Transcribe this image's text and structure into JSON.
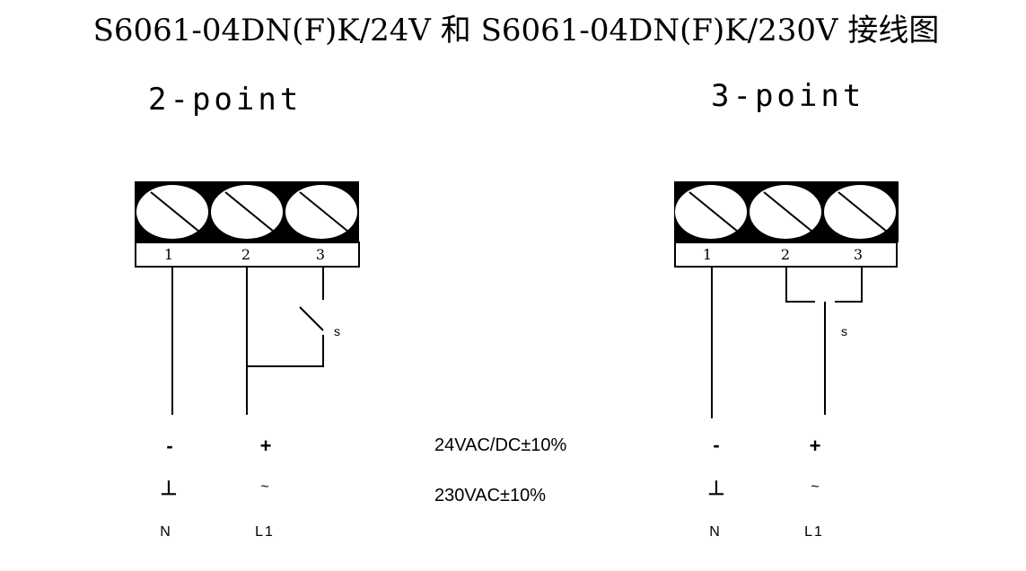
{
  "title": "S6061-04DN(F)K/24V 和 S6061-04DN(F)K/230V 接线图",
  "left": {
    "heading": "2-point",
    "terminals": [
      "1",
      "2",
      "3"
    ],
    "switch_label": "s",
    "dc_symbols": [
      "-",
      "+"
    ],
    "ac_symbols": [
      "⊥",
      "~"
    ],
    "wire_labels": [
      "N",
      "L1"
    ]
  },
  "right": {
    "heading": "3-point",
    "terminals": [
      "1",
      "2",
      "3"
    ],
    "switch_label": "s",
    "dc_symbols": [
      "-",
      "+"
    ],
    "ac_symbols": [
      "⊥",
      "~"
    ],
    "wire_labels": [
      "N",
      "L1"
    ]
  },
  "voltages": {
    "dc": "24VAC/DC±10%",
    "ac": "230VAC±10%"
  },
  "colors": {
    "ink": "#000000",
    "background": "#ffffff"
  }
}
